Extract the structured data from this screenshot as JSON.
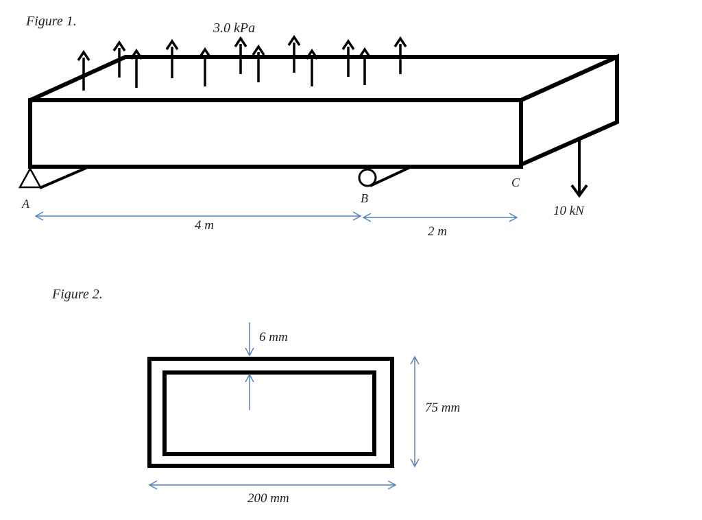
{
  "figure1": {
    "caption": "Figure 1.",
    "load_label": "3.0 kPa",
    "support_a_label": "A",
    "support_b_label": "B",
    "end_c_label": "C",
    "point_load_label": "10 kN",
    "dim_ab_label": "4 m",
    "dim_bc_label": "2 m"
  },
  "figure2": {
    "caption": "Figure 2.",
    "thickness_label": "6 mm",
    "height_label": "75 mm",
    "width_label": "200 mm"
  },
  "colors": {
    "outline": "#000000",
    "dimension": "#4f81bd",
    "text": "#222222"
  },
  "icons": [
    "up-arrow-icon",
    "down-arrow-icon",
    "pin-support-icon",
    "roller-support-icon",
    "dimension-arrow-icon"
  ]
}
